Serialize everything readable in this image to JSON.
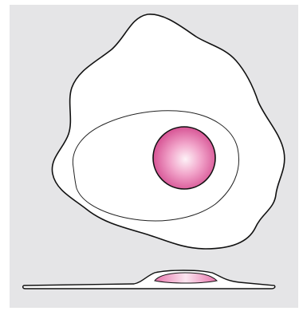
{
  "diagram": {
    "subject": "cell",
    "views": [
      "top-view-cell",
      "side-view-cell"
    ],
    "colors": {
      "background": "#e5e5e7",
      "membrane_fill": "#ffffff",
      "outline": "#111111",
      "nucleus_center": "#fbe3ef",
      "nucleus_mid": "#ef8fbe",
      "nucleus_edge": "#d44b8f"
    }
  }
}
